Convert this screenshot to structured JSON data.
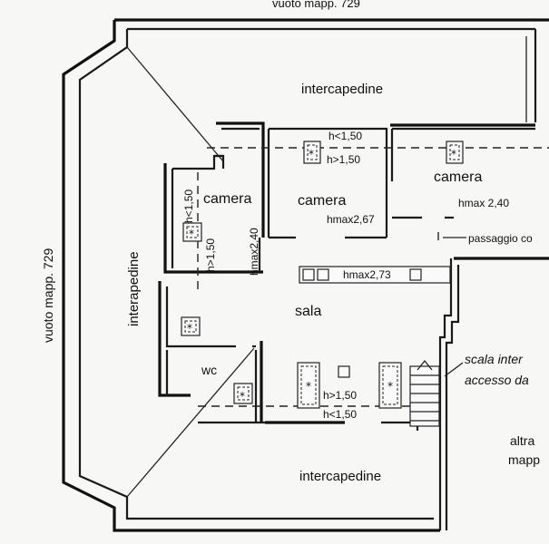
{
  "labels": {
    "top_boundary": "vuoto mapp. 729",
    "left_boundary": "vuoto mapp. 729",
    "intercapedine_top": "intercapedine",
    "intercapedine_bottom": "intercapedine",
    "interapedine_left": "interapedine",
    "camera_left": "camera",
    "camera_center": "camera",
    "camera_right": "camera",
    "sala": "sala",
    "wc": "wc",
    "h_less_150_top": "h<1,50",
    "h_more_150_top": "h>1,50",
    "h_less_150_vert": "h<1,50",
    "h_more_150_vert": "h>1,50",
    "h_more_150_bottom": "h>1,50",
    "h_less_150_bottom": "h<1,50",
    "hmax_267": "hmax2,67",
    "hmax_240_right": "hmax 2,40",
    "hmax_240_vert": "hmax2,40",
    "hmax_273": "hmax2,73",
    "passaggio": "passaggio co",
    "scala_line1": "scala inter",
    "scala_line2": "accesso da",
    "altra_line1": "altra",
    "altra_line2": "mapp"
  },
  "symbols": {
    "fixture_mark": "*"
  }
}
